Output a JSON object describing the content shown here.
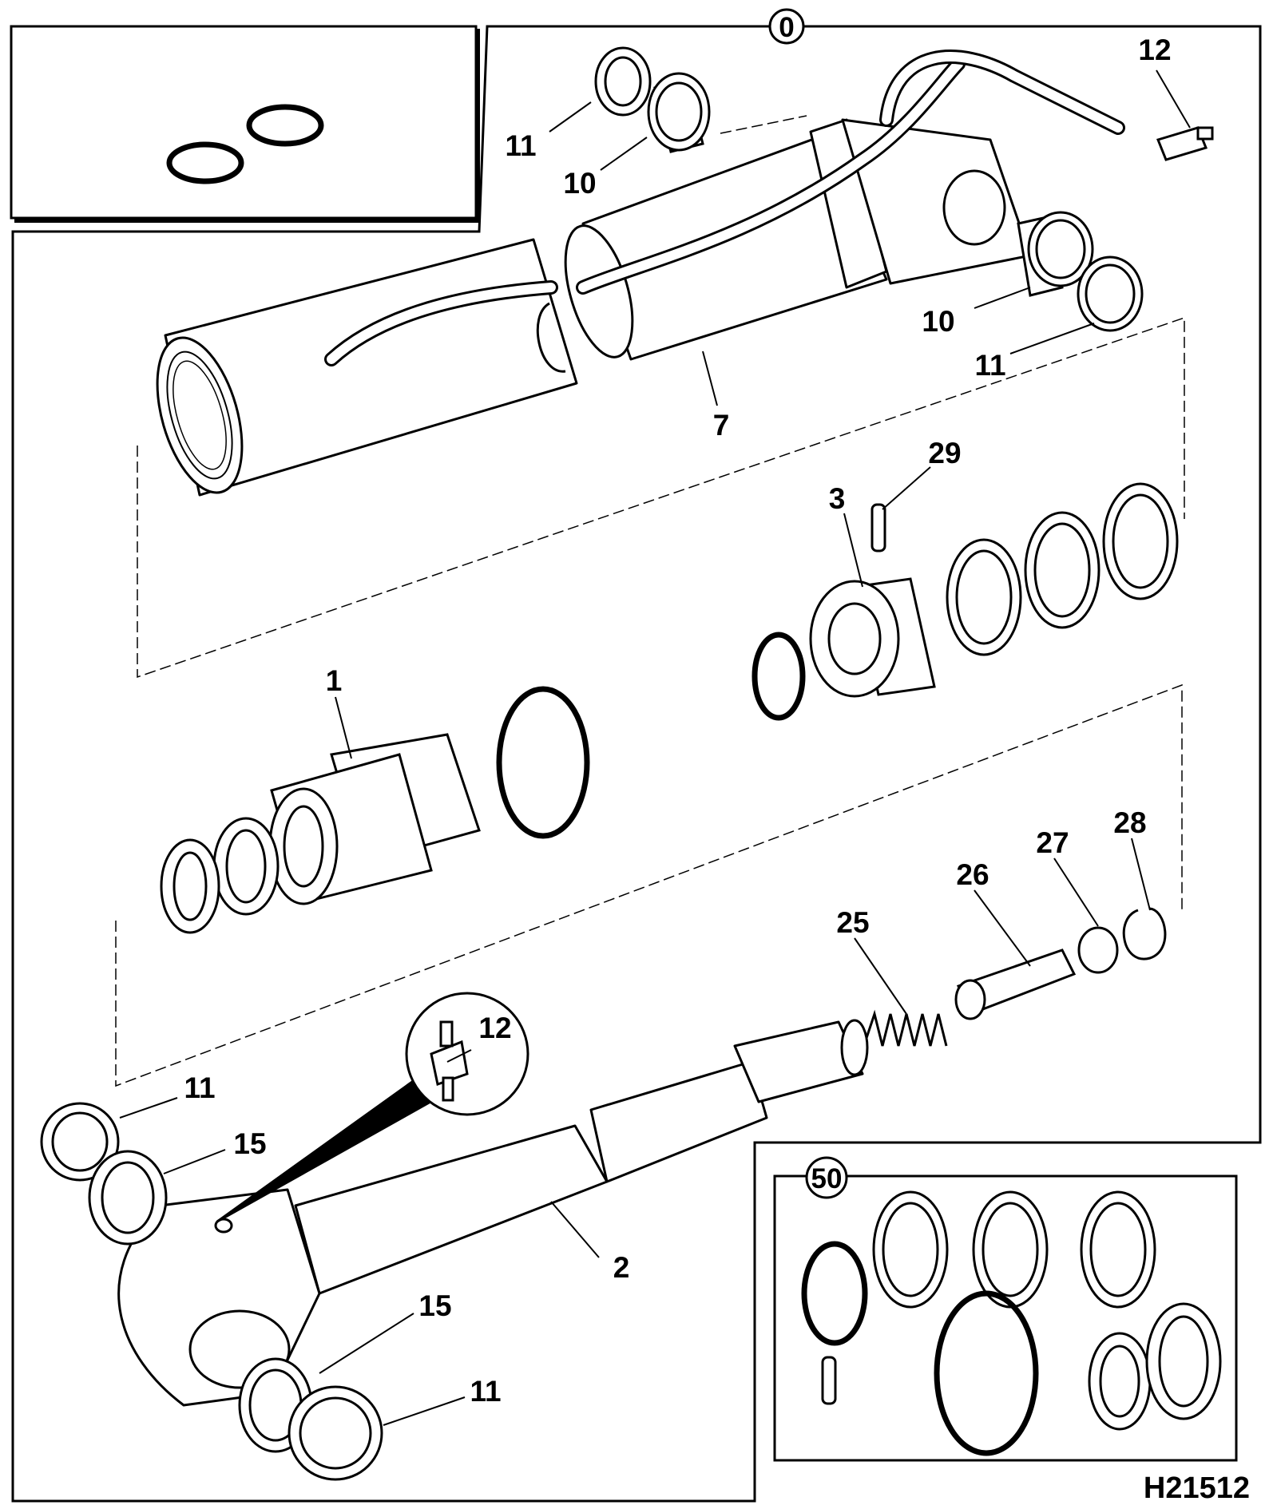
{
  "figure_ref": "H21512",
  "kit_labels": {
    "top": "0",
    "seal_kit": "50"
  },
  "callouts": {
    "c11_a": "11",
    "c10_a": "10",
    "c12_a": "12",
    "c10_b": "10",
    "c11_b": "11",
    "c7": "7",
    "c29": "29",
    "c3": "3",
    "c1": "1",
    "c28": "28",
    "c27": "27",
    "c26": "26",
    "c25": "25",
    "c12_b": "12",
    "c11_c": "11",
    "c15_a": "15",
    "c2": "2",
    "c15_b": "15",
    "c11_d": "11"
  }
}
